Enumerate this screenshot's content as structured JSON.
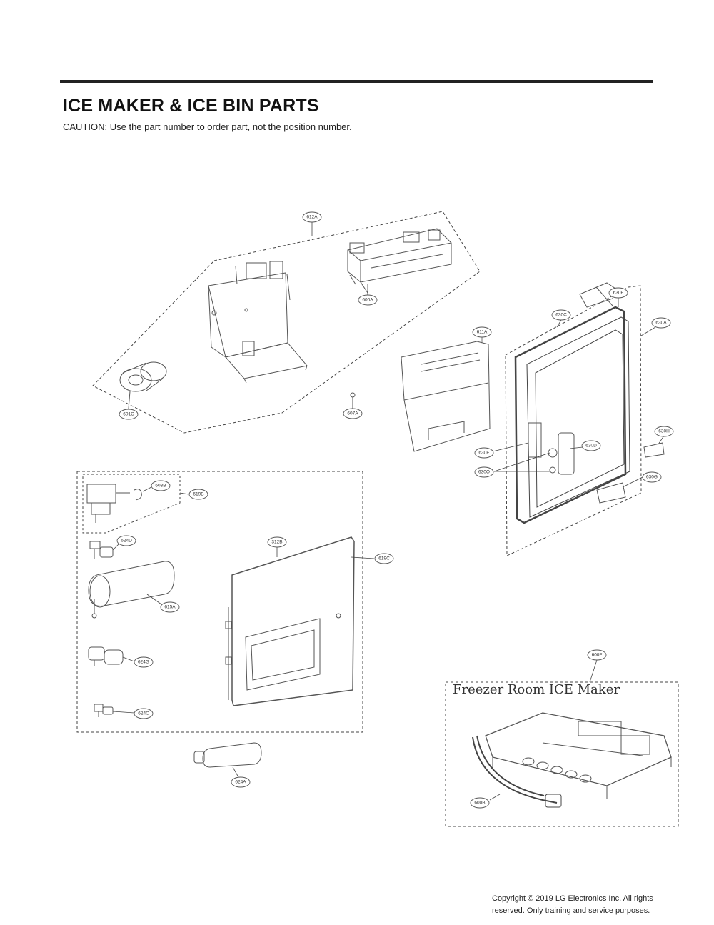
{
  "title": "ICE MAKER & ICE BIN PARTS",
  "caution": "CAUTION: Use the part number to order part, not the position number.",
  "copyright": {
    "line1": "Copyright © 2019  LG Electronics Inc. All rights",
    "line2": "reserved. Only training and service purposes."
  },
  "freezer_group_label": "Freezer Room ICE Maker",
  "callouts": {
    "c612A": "612A",
    "c600A": "600A",
    "c601C": "601C",
    "c607A": "607A",
    "c611A": "611A",
    "c630F": "630F",
    "c630C": "630C",
    "c630A": "630A",
    "c630H": "630H",
    "c630D": "630D",
    "c630E": "630E",
    "c630Q": "630Q",
    "c630G": "630G",
    "c603B": "603B",
    "c619B": "619B",
    "c624D": "624D",
    "c312B": "312B",
    "c619C": "619C",
    "c615A": "615A",
    "c624G": "624G",
    "c624C": "624C",
    "c624A": "624A",
    "c600F": "600F",
    "c600B": "600B"
  }
}
